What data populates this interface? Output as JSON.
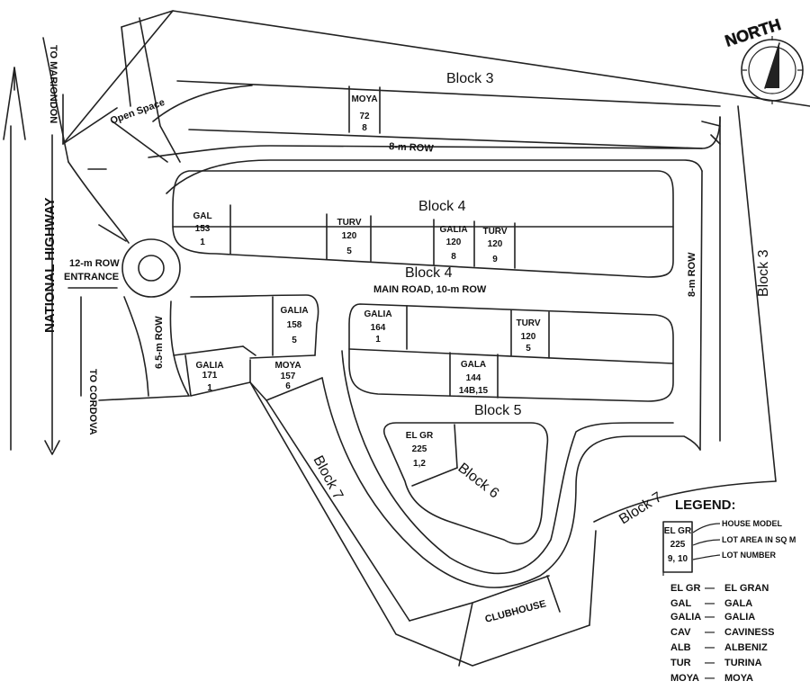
{
  "labels": {
    "to_mariondon": "TO MARIONDON",
    "open_space": "Open Space",
    "national_highway": "NATIONAL HIGHWAY",
    "row_12m": "12-m ROW",
    "entrance": "ENTRANCE",
    "row_65m": "6.5-m ROW",
    "to_cordova": "TO CORDOVA",
    "row_8m_top": "8-m ROW",
    "row_8m_right": "8-m ROW",
    "main_road": "MAIN ROAD, 10-m ROW",
    "clubhouse": "CLUBHOUSE",
    "north": "NORTH"
  },
  "blocks": {
    "block3_top": "Block 3",
    "block3_right": "Block 3",
    "block4_top": "Block 4",
    "block4_bottom": "Block 4",
    "block5": "Block 5",
    "block6": "Block 6",
    "block7_left": "Block 7",
    "block7_right": "Block 7"
  },
  "lots": [
    {
      "model": "MOYA",
      "area": "72",
      "number": "8"
    },
    {
      "model": "GAL",
      "area": "153",
      "number": "1"
    },
    {
      "model": "TURV",
      "area": "120",
      "number": "5"
    },
    {
      "model": "GALIA",
      "area": "120",
      "number": "8"
    },
    {
      "model": "TURV",
      "area": "120",
      "number": "9"
    },
    {
      "model": "GALIA",
      "area": "158",
      "number": "5"
    },
    {
      "model": "GALIA",
      "area": "164",
      "number": "1"
    },
    {
      "model": "TURV",
      "area": "120",
      "number": "5"
    },
    {
      "model": "GALIA",
      "area": "171",
      "number": "1"
    },
    {
      "model": "MOYA",
      "area": "157",
      "number": "6"
    },
    {
      "model": "GALA",
      "area": "144",
      "number": "14B,15"
    },
    {
      "model": "EL GR",
      "area": "225",
      "number": "1,2"
    }
  ],
  "legend": {
    "title": "LEGEND:",
    "sample": {
      "model": "EL GR",
      "area": "225",
      "number": "9, 10"
    },
    "keys": {
      "model": "HOUSE MODEL",
      "area": "LOT AREA IN SQ M",
      "number": "LOT NUMBER"
    },
    "abbreviations": [
      {
        "code": "EL GR",
        "name": "EL GRAN"
      },
      {
        "code": "GAL",
        "name": "GALA"
      },
      {
        "code": "GALIA",
        "name": "GALIA"
      },
      {
        "code": "CAV",
        "name": "CAVINESS"
      },
      {
        "code": "ALB",
        "name": "ALBENIZ"
      },
      {
        "code": "TUR",
        "name": "TURINA"
      },
      {
        "code": "MOYA",
        "name": "MOYA"
      }
    ]
  },
  "colors": {
    "highway_label": "#1f1f7a",
    "line": "#222222"
  }
}
